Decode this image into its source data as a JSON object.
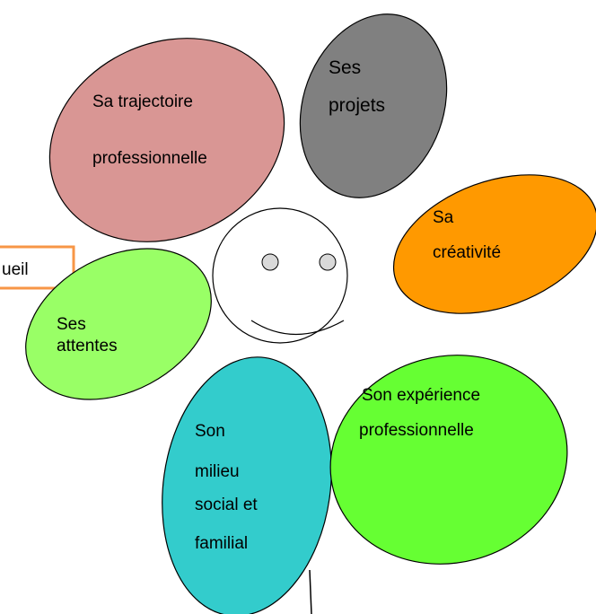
{
  "petals": [
    {
      "id": "trajectoire",
      "lines": [
        "Sa  trajectoire",
        "professionnelle"
      ],
      "color": "#d99694"
    },
    {
      "id": "projets",
      "lines": [
        "Ses",
        "projets"
      ],
      "color": "#808080"
    },
    {
      "id": "creativite",
      "lines": [
        "Sa",
        "créativité"
      ],
      "color": "#ff9900"
    },
    {
      "id": "attentes",
      "lines": [
        "Ses",
        "attentes"
      ],
      "color": "#99ff66"
    },
    {
      "id": "milieu",
      "lines": [
        "Son",
        "milieu",
        "social et",
        "familial"
      ],
      "color": "#33cccc"
    },
    {
      "id": "experience",
      "lines": [
        "Son expérience",
        "professionnelle"
      ],
      "color": "#66ff33"
    }
  ],
  "side_box": {
    "text": "ueil",
    "border_color": "#f79646"
  },
  "face": {
    "fill": "#ffffff",
    "eye_fill": "#d9d9d9"
  }
}
